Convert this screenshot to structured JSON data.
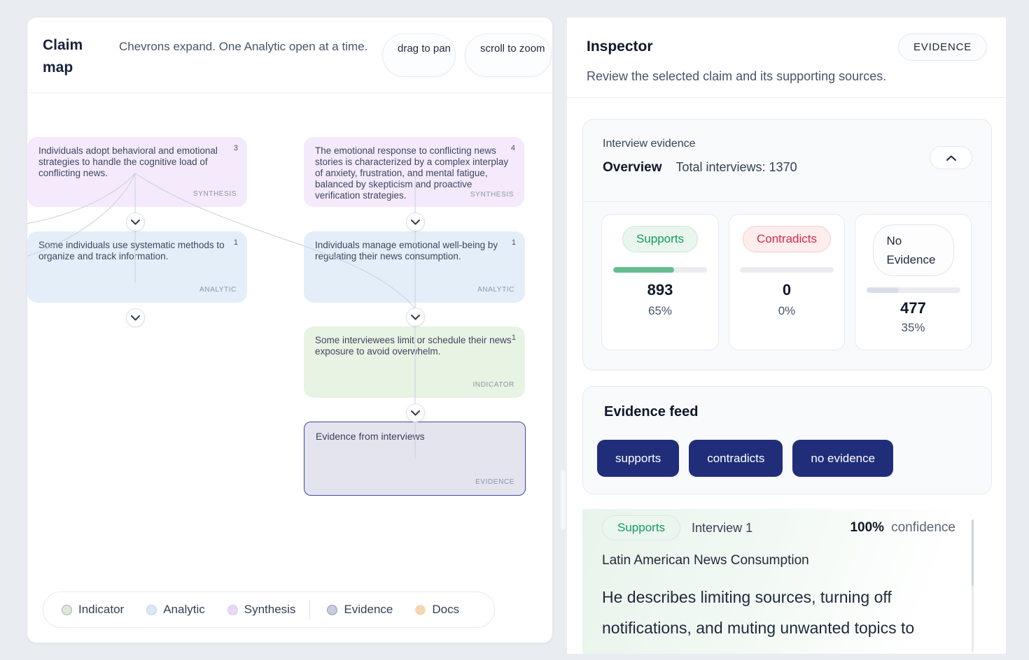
{
  "colors": {
    "accent_navy": "#202e79",
    "supports_green": "#169a5f",
    "contradicts_red": "#dc2650",
    "progress_green": "#64bd8f",
    "no_evidence_fill": "#d8dde9",
    "synthesis_bg": "#f4eafb",
    "analytic_bg": "#e4eef9",
    "indicator_bg": "#e7f3e3",
    "evidence_bg": "#e3e4ee"
  },
  "claim_map": {
    "title": "Claim map",
    "subtitle": "Chevrons expand. One Analytic open at a time.",
    "hint_pan": "drag to pan",
    "hint_zoom": "scroll to zoom",
    "nodes": [
      {
        "text": "Individuals adopt behavioral and emotional strategies to handle the cognitive load of conflicting news.",
        "badge": "3",
        "type": "SYNTHESIS"
      },
      {
        "text": "The emotional response to conflicting news stories is characterized by a complex interplay of anxiety, frustration, and mental fatigue, balanced by skepticism and proactive verification strategies.",
        "badge": "4",
        "type": "SYNTHESIS"
      },
      {
        "text": "Some individuals use systematic methods to organize and track information.",
        "badge": "1",
        "type": "ANALYTIC"
      },
      {
        "text": "Individuals manage emotional well-being by regulating their news consumption.",
        "badge": "1",
        "type": "ANALYTIC"
      },
      {
        "text": "Some interviewees limit or schedule their news exposure to avoid overwhelm.",
        "badge": "1",
        "type": "INDICATOR"
      },
      {
        "text": "Evidence from interviews",
        "type": "EVIDENCE"
      }
    ],
    "legend": {
      "items": [
        "Indicator",
        "Analytic",
        "Synthesis",
        "Evidence",
        "Docs"
      ]
    }
  },
  "inspector": {
    "title": "Inspector",
    "badge": "EVIDENCE",
    "subtitle": "Review the selected claim and its supporting sources.",
    "overview_card": {
      "eyebrow": "Interview evidence",
      "heading": "Overview",
      "total_label": "Total interviews: 1370",
      "stats": [
        {
          "label": "Supports",
          "count": "893",
          "pct": "65%"
        },
        {
          "label": "Contradicts",
          "count": "0",
          "pct": "0%"
        },
        {
          "label": "No Evidence",
          "count": "477",
          "pct": "35%"
        }
      ]
    },
    "feed": {
      "title": "Evidence feed",
      "filters": [
        "supports",
        "contradicts",
        "no evidence"
      ],
      "item": {
        "tag": "Supports",
        "source": "Interview 1",
        "confidence_value": "100%",
        "confidence_label": "confidence",
        "title": "Latin American News Consumption",
        "excerpt": "He describes limiting sources, turning off notifications, and muting unwanted topics to"
      }
    }
  }
}
